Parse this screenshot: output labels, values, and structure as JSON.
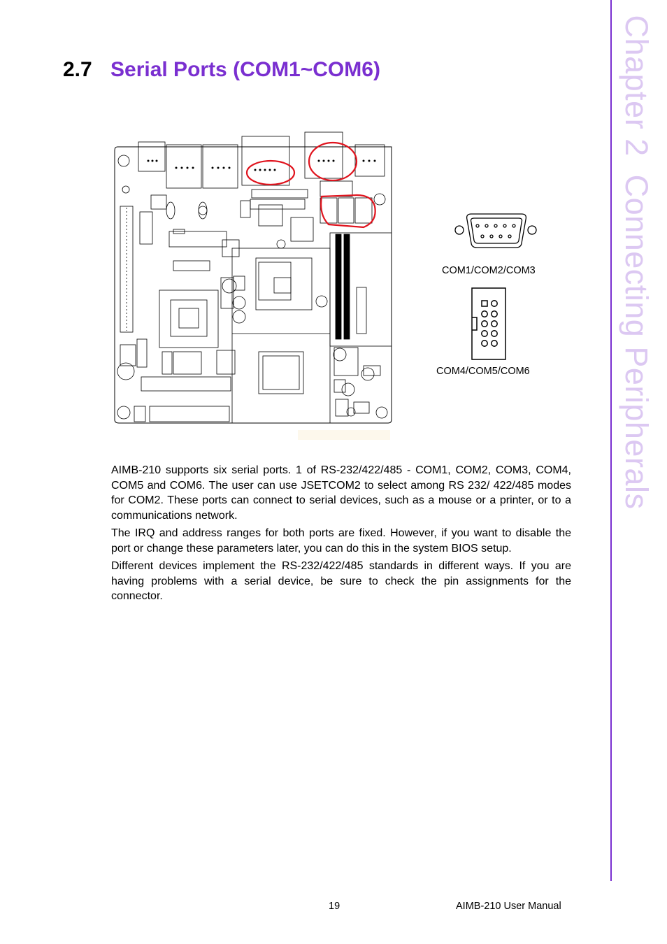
{
  "sidebar": {
    "chapter": "Chapter 2",
    "topic": "Connecting Peripherals"
  },
  "section": {
    "number": "2.7",
    "title": "Serial Ports (COM1~COM6)"
  },
  "figure": {
    "db9_label": "COM1/COM2/COM3",
    "header_label": "COM4/COM5/COM6"
  },
  "body": {
    "paragraphs": [
      "AIMB-210 supports six serial ports. 1 of RS-232/422/485 - COM1, COM2, COM3, COM4, COM5 and COM6. The user can use JSETCOM2 to select among RS 232/ 422/485 modes for COM2. These ports can connect to serial devices, such as a mouse or a printer, or to a communications network.",
      "The IRQ and address ranges for both ports are fixed. However, if you want to disable the port or change these parameters later, you can do this in the system BIOS setup.",
      "Different devices implement the RS-232/422/485 standards in different ways. If you are having problems with a serial device, be sure to check the pin assignments for the connector."
    ]
  },
  "footer": {
    "page_number": "19",
    "manual_title": "AIMB-210 User Manual"
  },
  "colors": {
    "accent": "#7a2fd0",
    "sidebar_text": "#dcc8f2",
    "highlight": "#e0141e"
  }
}
